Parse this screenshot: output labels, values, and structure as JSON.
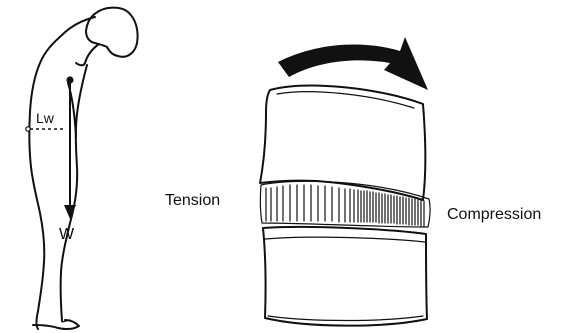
{
  "labels": {
    "lever_arm": "Lw",
    "weight": "W",
    "tension": "Tension",
    "compression": "Compression"
  },
  "colors": {
    "line": "#111111",
    "arrow_fill": "#111111",
    "background": "#ffffff"
  },
  "icons": {
    "posture_figure": "bent-person-illustration",
    "spinal_segment": "vertebra-disc-illustration",
    "bending_arrow": "curved-arrow-icon"
  }
}
